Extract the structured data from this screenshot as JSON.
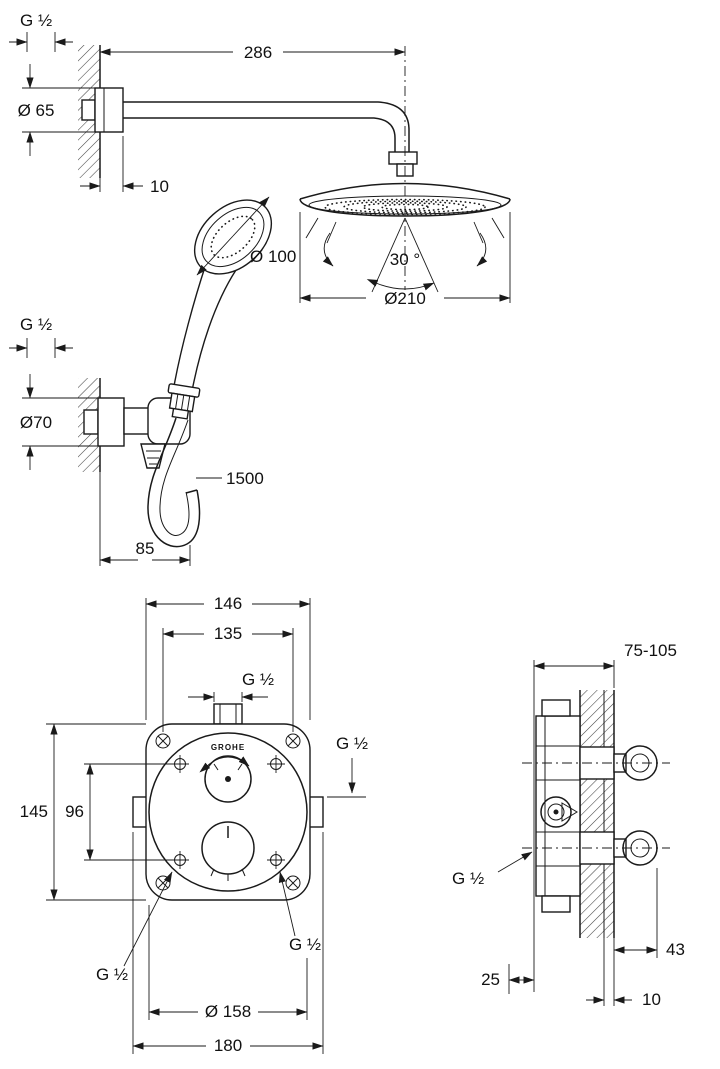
{
  "drawing_type": "shower-system-dimensional-drawing",
  "colors": {
    "line": "#1a1a1a",
    "background": "#ffffff"
  },
  "labels": {
    "head_shower": {
      "thread_size": "G ½",
      "arm_length": "286",
      "wall_flange_diameter": "Ø 65",
      "wall_clearance": "10",
      "spray_angle": "30 °",
      "head_diameter": "Ø210"
    },
    "hand_shower": {
      "diameter": "Ø 100",
      "wall_thread_size": "G ½",
      "holder_flange_diameter": "Ø70",
      "hose_length": "1500",
      "projection": "85"
    },
    "mixer_front": {
      "brand": "GROHE",
      "screw_width_outer": "146",
      "screw_width_inner": "135",
      "thread_top": "G ½",
      "thread_right": "G ½",
      "plate_height": "145",
      "port_spacing": "96",
      "thread_bottom_right": "G ½",
      "thread_bottom_left": "G ½",
      "trim_diameter": "Ø 158",
      "overall_width": "180"
    },
    "mixer_side": {
      "installation_depth": "75-105",
      "thread_size": "G ½",
      "port_projection": "43",
      "front_clearance": "25",
      "wall_layer": "10"
    }
  }
}
